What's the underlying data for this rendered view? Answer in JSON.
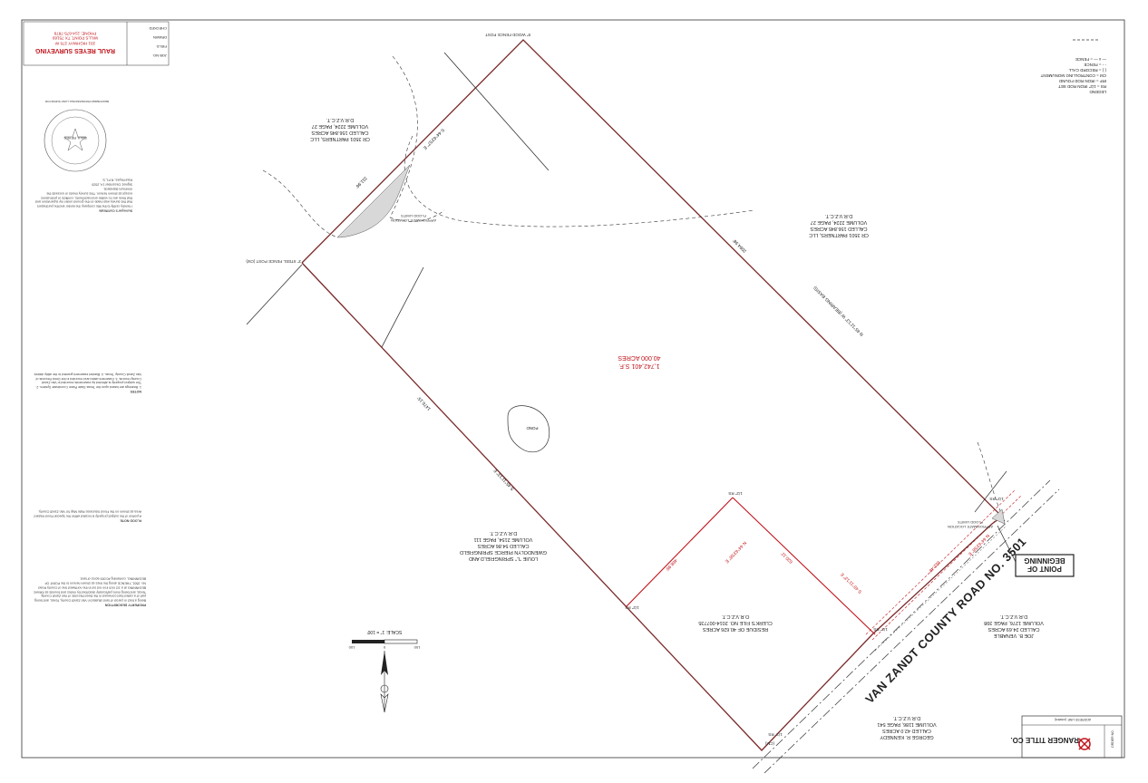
{
  "surveyor": {
    "company": "RAUL REYES SURVEYING",
    "address": "201 HIGHWAY 276 W",
    "city": "WILLS POINT, TX 75169",
    "phone": "PHONE: 214-675-7879",
    "job_fields": [
      "JOB NO.",
      "FIELD",
      "DRAWN",
      "CHECKED"
    ],
    "seal_text": "RAUL REYES",
    "registration": "REGISTERED PROFESSIONAL LAND SURVEYOR"
  },
  "title_company": {
    "name": "RANGER TITLE CO.",
    "address": "ADDRESS LINE (rotated)",
    "label": "ORDER NO."
  },
  "road_label": "VAN ZANDT COUNTY ROAD NO. 3501",
  "point_of_beginning": [
    "POINT OF",
    "BEGINNING"
  ],
  "tract": {
    "area_sf": "1,742,401 S.F.",
    "area_ac": "40.000 ACRES"
  },
  "pond_label": "POND",
  "adjoiners": [
    {
      "id": "north",
      "lines": [
        "CR 3501 PARTNERS, LLC",
        "CALLED 156.845 ACRES",
        "VOLUME 2224, PAGE 27",
        "D.R.V.Z.C.T."
      ]
    },
    {
      "id": "northeast",
      "lines": [
        "CR 3501 PARTNERS, LLC",
        "CALLED 156.845 ACRES",
        "VOLUME 2224, PAGE 27",
        "D.R.V.Z.C.T."
      ]
    },
    {
      "id": "southwest",
      "lines": [
        "LOUIE \"L\" SPRINGFIELD AND",
        "GWENDOLYN PIERCE SPRINGFIELD",
        "CALLED 54.86 ACRES",
        "VOLUME 2154, PAGE 111",
        "D.R.V.Z.C.T."
      ]
    },
    {
      "id": "residue",
      "lines": [
        "RESIDUE OF 40.626 ACRES",
        "CLERK'S FILE NO. 2014-007735",
        "O.R.V.Z.C.T."
      ]
    },
    {
      "id": "east",
      "lines": [
        "JOE B. VENABLE",
        "CALLED 24.69 ACRES",
        "VOLUME 1276, PAGE 398",
        "D.R.V.Z.C.T."
      ]
    },
    {
      "id": "south",
      "lines": [
        "GEORGE R. KENNEDY",
        "CALLED 42.0 ACRES",
        "VOLUME 1186, PAGE 541",
        "D.R.V.Z.C.T."
      ]
    }
  ],
  "bearings": {
    "northwest_line": "S 44°43'57\" E",
    "northwest_dist": "311.96'",
    "northeast_line": "N 45°11'13\" W  (BEARING BASIS)",
    "northeast_dist": "2094.98'",
    "southwest_line": "S 45°11'13\" E",
    "southwest_dist": "1476.15'",
    "red_line1": "N 44°43'58\" E",
    "red_line1_dist": "468.95'",
    "red_line2": "S 45°11'13\" E",
    "red_line2_dist": "620.11'",
    "road_bearing": "N 44°43'58\" E",
    "road_dist": "532.48'"
  },
  "corner_labels": {
    "fence_post_top": "8\" WOOD FENCE POST",
    "steel_post": "3\" STEEL FENCE POST (CM)",
    "rs_1": "1/2\" RS",
    "rs_2": "1/2\" RS",
    "rs_3": "1/2\" RS",
    "rs_4": "1/2\" RS",
    "cm_1": "(CM)",
    "cm_2": "1/2\" RS"
  },
  "flood_labels": [
    "APPROXIMATE LOCATION FLOOD LIMITS",
    "APPROXIMATE LOCATION FLOOD LIMITS"
  ],
  "scale": {
    "text": "SCALE: 1\" = 100'",
    "ticks": [
      "100",
      "0",
      "100",
      "200"
    ]
  },
  "legend": {
    "lines": [
      "LEGEND",
      "RS = 1/2\" IRON ROD SET",
      "IRF = IRON ROD FOUND",
      "CM = CONTROLLING MONUMENT",
      "( ) = RECORD CALL",
      "- - = FENCE",
      "— x — = FENCE"
    ]
  },
  "notes": {
    "property_description_title": "PROPERTY DESCRIPTION",
    "notes_title": "NOTES",
    "flood_title": "FLOOD NOTE",
    "certification_title": "Surveyor's Certificate",
    "certificate_date": "Signed: December 14, 2020",
    "surveyor_name": "Raul Reyes, R.P.L.S."
  },
  "colors": {
    "boundary": "#7a2a2a",
    "red": "#c0141b",
    "line": "#222222",
    "flood_fill": "#d8d8d8"
  }
}
